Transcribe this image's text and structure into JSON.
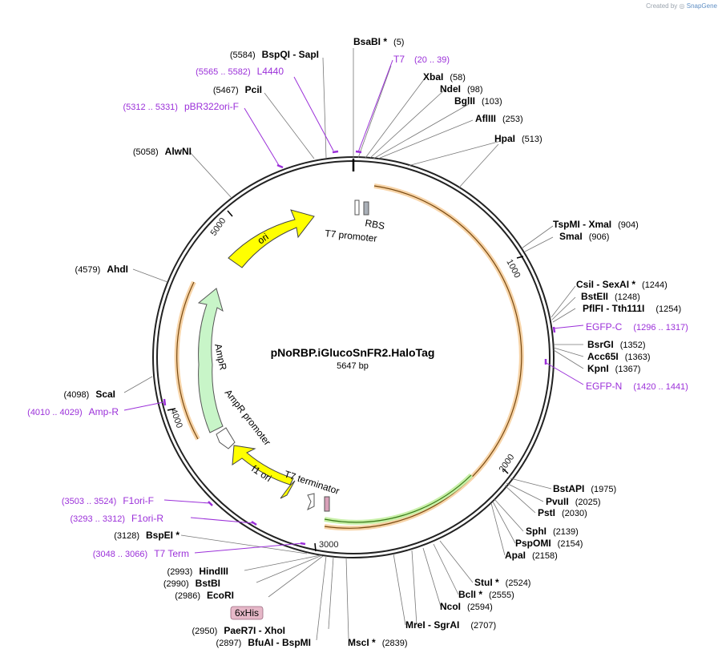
{
  "header": {
    "created_by": "Created by",
    "brand": "SnapGene"
  },
  "plasmid": {
    "name": "pNoRBP.iGlucoSnFR2.HaloTag",
    "length": "5647 bp",
    "length_bp": 5647
  },
  "ticks": [
    "1000",
    "2000",
    "3000",
    "4000",
    "5000"
  ],
  "colors": {
    "primer": "#9b30d9",
    "feature_yellow": "#ffff00",
    "feature_green": "#c8f5c8",
    "orf_orange": "#f0b060",
    "orf_green": "#5aa02c",
    "his_tag": "#e6b8c8"
  },
  "features": {
    "ori": "ori",
    "ampr": "AmpR",
    "ampr_promoter": "AmpR promoter",
    "f1_ori": "f1 ori",
    "rbs": "RBS",
    "t7_promoter": "T7 promoter",
    "t7_terminator": "T7 terminator",
    "his_tag": "6xHis"
  },
  "sites": [
    {
      "name": "BsaBI *",
      "pos": "(5)"
    },
    {
      "name": "XbaI",
      "pos": "(58)"
    },
    {
      "name": "NdeI",
      "pos": "(98)"
    },
    {
      "name": "BglII",
      "pos": "(103)"
    },
    {
      "name": "AflIII",
      "pos": "(253)"
    },
    {
      "name": "HpaI",
      "pos": "(513)"
    },
    {
      "name": "TspMI - XmaI",
      "pos": "(904)"
    },
    {
      "name": "SmaI",
      "pos": "(906)"
    },
    {
      "name": "CsiI - SexAI *",
      "pos": "(1244)"
    },
    {
      "name": "BstEII",
      "pos": "(1248)"
    },
    {
      "name": "PflFI - Tth111I",
      "pos": "(1254)"
    },
    {
      "name": "BsrGI",
      "pos": "(1352)"
    },
    {
      "name": "Acc65I",
      "pos": "(1363)"
    },
    {
      "name": "KpnI",
      "pos": "(1367)"
    },
    {
      "name": "BstAPI",
      "pos": "(1975)"
    },
    {
      "name": "PvuII",
      "pos": "(2025)"
    },
    {
      "name": "PstI",
      "pos": "(2030)"
    },
    {
      "name": "SphI",
      "pos": "(2139)"
    },
    {
      "name": "PspOMI",
      "pos": "(2154)"
    },
    {
      "name": "ApaI",
      "pos": "(2158)"
    },
    {
      "name": "StuI *",
      "pos": "(2524)"
    },
    {
      "name": "BclI *",
      "pos": "(2555)"
    },
    {
      "name": "NcoI",
      "pos": "(2594)"
    },
    {
      "name": "MreI - SgrAI",
      "pos": "(2707)"
    },
    {
      "name": "MscI *",
      "pos": "(2839)"
    },
    {
      "name": "PaeR7I - XhoI",
      "pos": "(2950)"
    },
    {
      "name": "BfuAI - BspMI",
      "pos": "(2897)"
    },
    {
      "name": "EcoRI",
      "pos": "(2986)"
    },
    {
      "name": "BstBI",
      "pos": "(2990)"
    },
    {
      "name": "HindIII",
      "pos": "(2993)"
    },
    {
      "name": "BspEI *",
      "pos": "(3128)"
    },
    {
      "name": "ScaI",
      "pos": "(4098)"
    },
    {
      "name": "AhdI",
      "pos": "(4579)"
    },
    {
      "name": "AlwNI",
      "pos": "(5058)"
    },
    {
      "name": "PciI",
      "pos": "(5467)"
    },
    {
      "name": "BspQI - SapI",
      "pos": "(5584)"
    }
  ],
  "primers": [
    {
      "name": "T7",
      "range": "(20 .. 39)"
    },
    {
      "name": "L4440",
      "range": "(5565 .. 5582)"
    },
    {
      "name": "pBR322ori-F",
      "range": "(5312 .. 5331)"
    },
    {
      "name": "EGFP-C",
      "range": "(1296 .. 1317)"
    },
    {
      "name": "EGFP-N",
      "range": "(1420 .. 1441)"
    },
    {
      "name": "Amp-R",
      "range": "(4010 .. 4029)"
    },
    {
      "name": "F1ori-F",
      "range": "(3503 .. 3524)"
    },
    {
      "name": "F1ori-R",
      "range": "(3293 .. 3312)"
    },
    {
      "name": "T7 Term",
      "range": "(3048 .. 3066)"
    }
  ]
}
